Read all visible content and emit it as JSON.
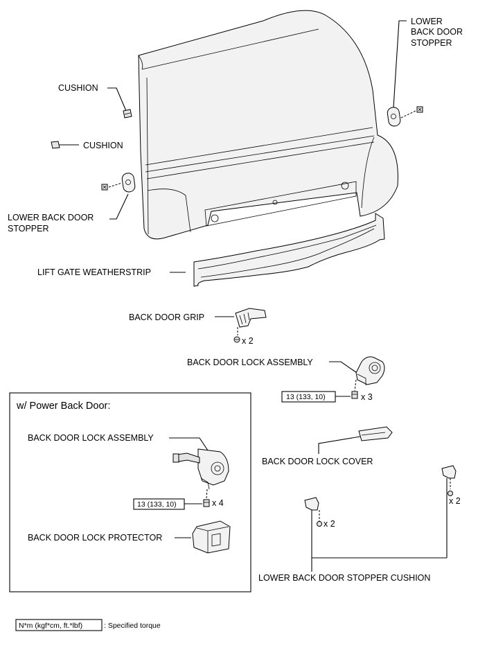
{
  "labels": {
    "lower_back_door_stopper_right": [
      "LOWER",
      "BACK DOOR",
      "STOPPER"
    ],
    "cushion_1": "CUSHION",
    "cushion_2": "CUSHION",
    "lower_back_door_stopper_left": [
      "LOWER BACK DOOR",
      "STOPPER"
    ],
    "lift_gate_weatherstrip": "LIFT GATE WEATHERSTRIP",
    "back_door_grip": "BACK DOOR GRIP",
    "back_door_lock_assembly": "BACK DOOR LOCK ASSEMBLY",
    "back_door_lock_cover": "BACK DOOR LOCK COVER",
    "lower_back_door_stopper_cushion": "LOWER BACK DOOR STOPPER CUSHION"
  },
  "quantities": {
    "grip_bolts": "x 2",
    "lock_bolts": "x 3",
    "cushion_left": "x 2",
    "cushion_right": "x 2",
    "power_lock_bolts": "x 4"
  },
  "torque": {
    "lock_assembly": "13 (133, 10)",
    "power_lock_assembly": "13 (133, 10)"
  },
  "power_back_door": {
    "title": "w/ Power Back Door:",
    "lock_assembly": "BACK DOOR LOCK ASSEMBLY",
    "lock_protector": "BACK DOOR LOCK PROTECTOR"
  },
  "legend": {
    "unit_box": "N*m (kgf*cm, ft.*lbf)",
    "description": ": Specified torque"
  }
}
